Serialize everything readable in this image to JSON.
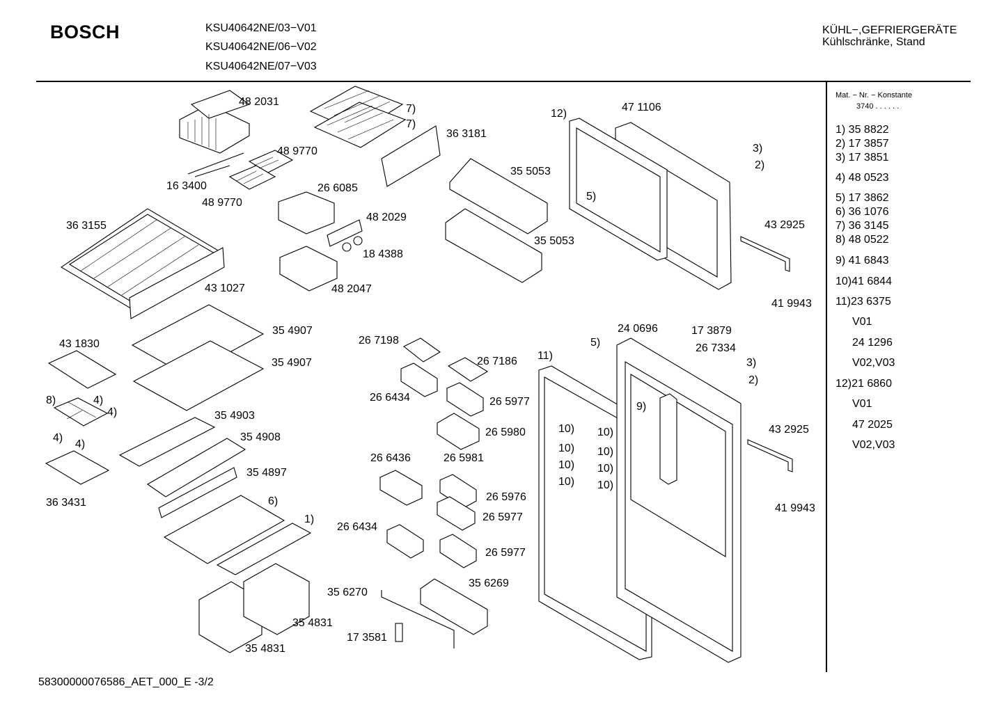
{
  "header": {
    "brand": "BOSCH",
    "models": [
      "KSU40642NE/03−V01",
      "KSU40642NE/06−V02",
      "KSU40642NE/07−V03"
    ],
    "category_line1": "KÜHL−,GEFRIERGERÄTE",
    "category_line2": "Kühlschränke, Stand"
  },
  "legend": {
    "heading": "Mat. − Nr. − Konstante",
    "constant": "3740 . . . . . .",
    "items": [
      "1)  35 8822",
      "2)  17 3857",
      "3)  17 3851",
      "4)  48 0523",
      "5)  17 3862",
      "6)  36 1076",
      "7)  36 3145",
      "8)  48 0522",
      "9)  41 6843",
      "10)41 6844",
      "11)23 6375",
      "V01",
      "24 1296",
      "V02,V03",
      "12)21 6860",
      "V01",
      "47 2025",
      "V02,V03"
    ]
  },
  "labels": [
    "48 2031",
    "7)",
    "7)",
    "36 3181",
    "48 9770",
    "16 3400",
    "48 9770",
    "26 6085",
    "36 3155",
    "48 2029",
    "18 4388",
    "48 2047",
    "43 1027",
    "35 5053",
    "35 5053",
    "12)",
    "47 1106",
    "3)",
    "2)",
    "5)",
    "43 2925",
    "41 9943",
    "35 4907",
    "35 4907",
    "43 1830",
    "8)",
    "4)",
    "4)",
    "4)",
    "4)",
    "36 3431",
    "35 4903",
    "35 4908",
    "35 4897",
    "6)",
    "1)",
    "26 7198",
    "26 7186",
    "26 6434",
    "26 5977",
    "26 5980",
    "26 6436",
    "26 5981",
    "26 5976",
    "26 5977",
    "26 6434",
    "26 5977",
    "35 6269",
    "35 6270",
    "17 3581",
    "35 4831",
    "35 4831",
    "24 0696",
    "17 3879",
    "5)",
    "26 7334",
    "3)",
    "2)",
    "11)",
    "9)",
    "10)",
    "10)",
    "10)",
    "10)",
    "10)",
    "10)",
    "10)",
    "10)",
    "43 2925",
    "41 9943"
  ],
  "footer": {
    "code": "58300000076586_AET_000_E -3/2"
  }
}
